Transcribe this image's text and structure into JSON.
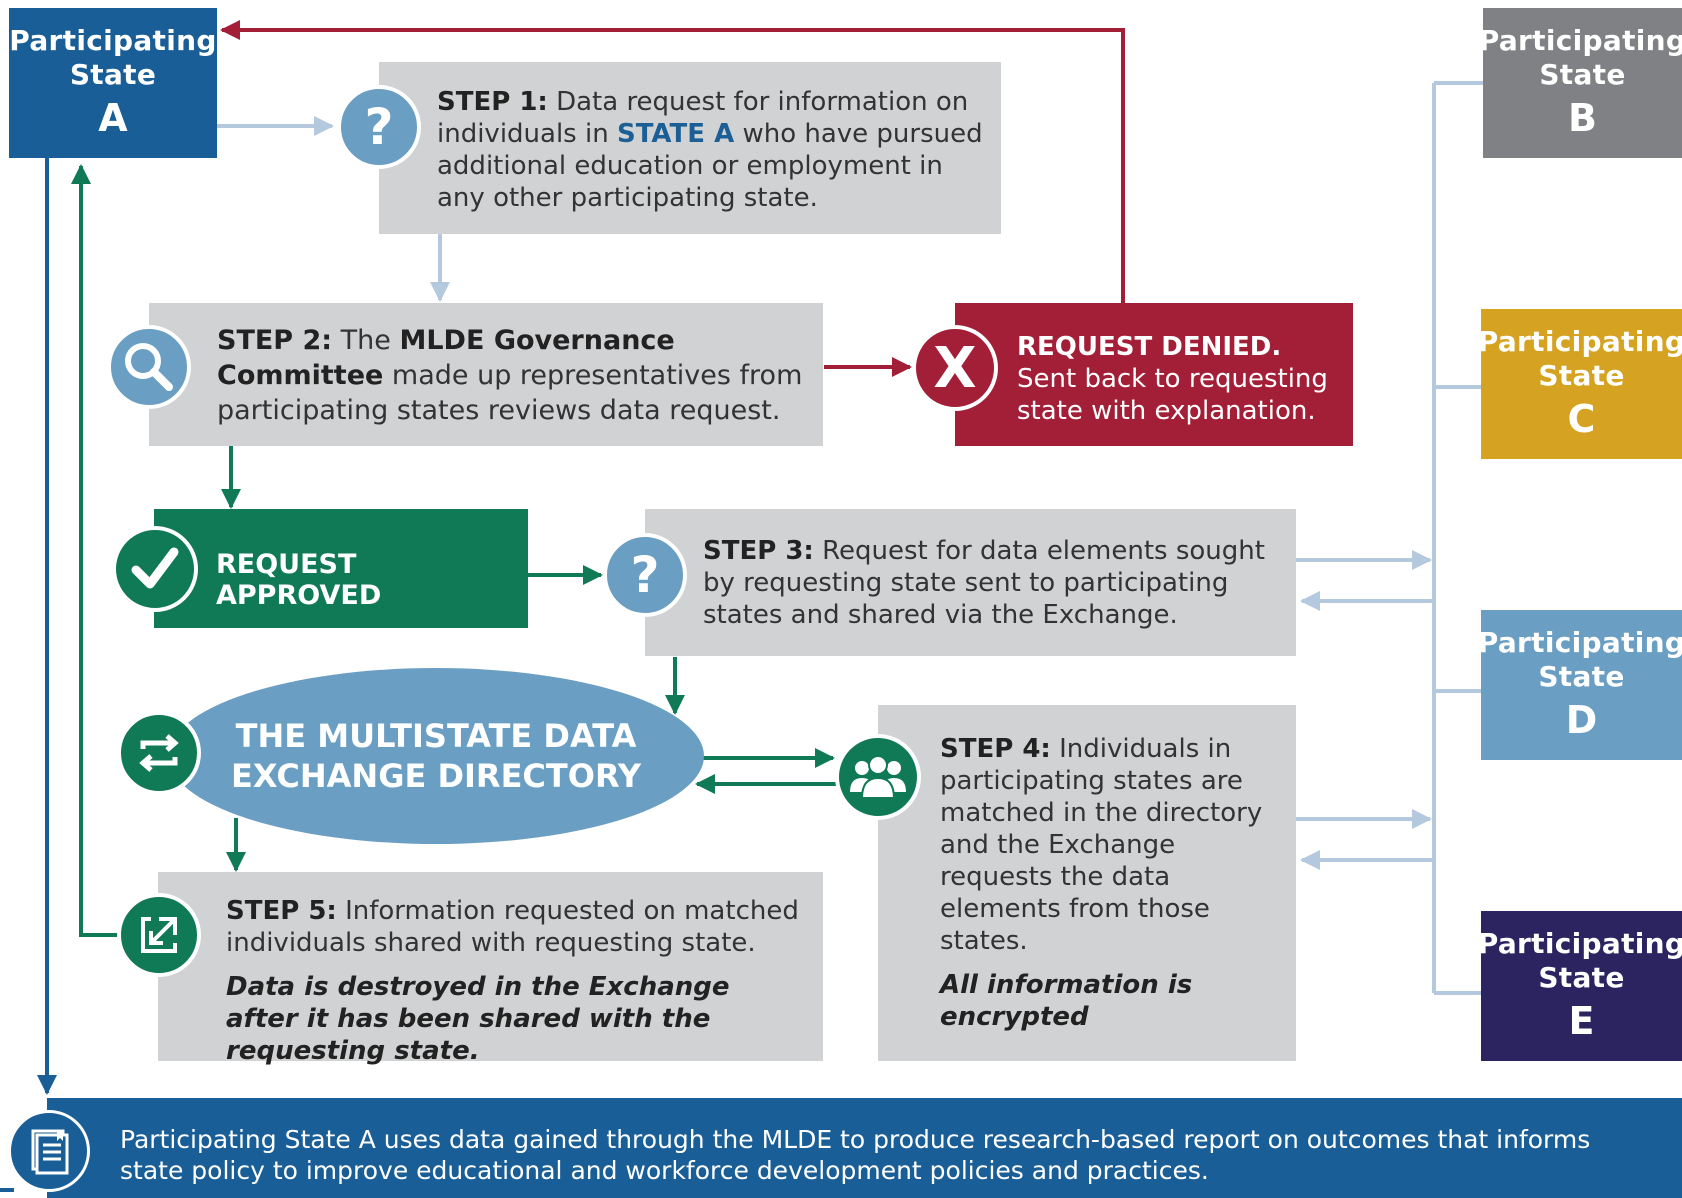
{
  "colors": {
    "blue_dark": "#195e97",
    "blue_light": "#6a9ec3",
    "green": "#0f7a55",
    "red": "#a31f37",
    "gray_box": "#d0d2d4",
    "state_b": "#7f8184",
    "state_c": "#d5a221",
    "state_d": "#6a9ec3",
    "state_e": "#2b2461",
    "connector_light": "#b4c9dd"
  },
  "states": {
    "a": {
      "word1": "Participating",
      "word2": "State",
      "letter": "A"
    },
    "b": {
      "word1": "Participating",
      "word2": "State",
      "letter": "B"
    },
    "c": {
      "word1": "Participating",
      "word2": "State",
      "letter": "C"
    },
    "d": {
      "word1": "Participating",
      "word2": "State",
      "letter": "D"
    },
    "e": {
      "word1": "Participating",
      "word2": "State",
      "letter": "E"
    }
  },
  "step1": {
    "label": "STEP 1:",
    "text_a": " Data request for information on individuals in ",
    "highlight": "STATE A",
    "text_b": " who have pursued additional education or employment in any other participating state.",
    "icon": "question-icon"
  },
  "step2": {
    "label": "STEP 2:",
    "text_a": " The ",
    "bold": "MLDE Governance Committee",
    "text_b": " made up representatives from participating states reviews data request.",
    "icon": "magnifier-icon"
  },
  "denied": {
    "title": "REQUEST DENIED.",
    "text": "Sent back to requesting state with explanation.",
    "icon": "x-icon"
  },
  "approved": {
    "title": "REQUEST APPROVED",
    "icon": "checkmark-icon"
  },
  "step3": {
    "label": "STEP 3:",
    "text": " Request for data elements sought by requesting state sent to participating states and shared via the Exchange.",
    "icon": "question-icon"
  },
  "directory": {
    "line1": "THE MULTISTATE DATA",
    "line2": "EXCHANGE DIRECTORY",
    "icon": "exchange-arrows-icon"
  },
  "step4": {
    "label": "STEP 4:",
    "text": " Individuals in participating states are matched in the directory and the Exchange requests the data elements from those states.",
    "note": "All information is encrypted",
    "icon": "people-icon"
  },
  "step5": {
    "label": "STEP 5:",
    "text": " Information requested on matched individuals shared with requesting state.",
    "note": "Data is destroyed in the Exchange after it has been shared with the requesting state.",
    "icon": "share-icon"
  },
  "footer": {
    "text": "Participating State A uses data gained through the MLDE to produce research-based report on outcomes that informs state policy to improve educational and workforce development policies and practices.",
    "icon": "report-icon"
  }
}
